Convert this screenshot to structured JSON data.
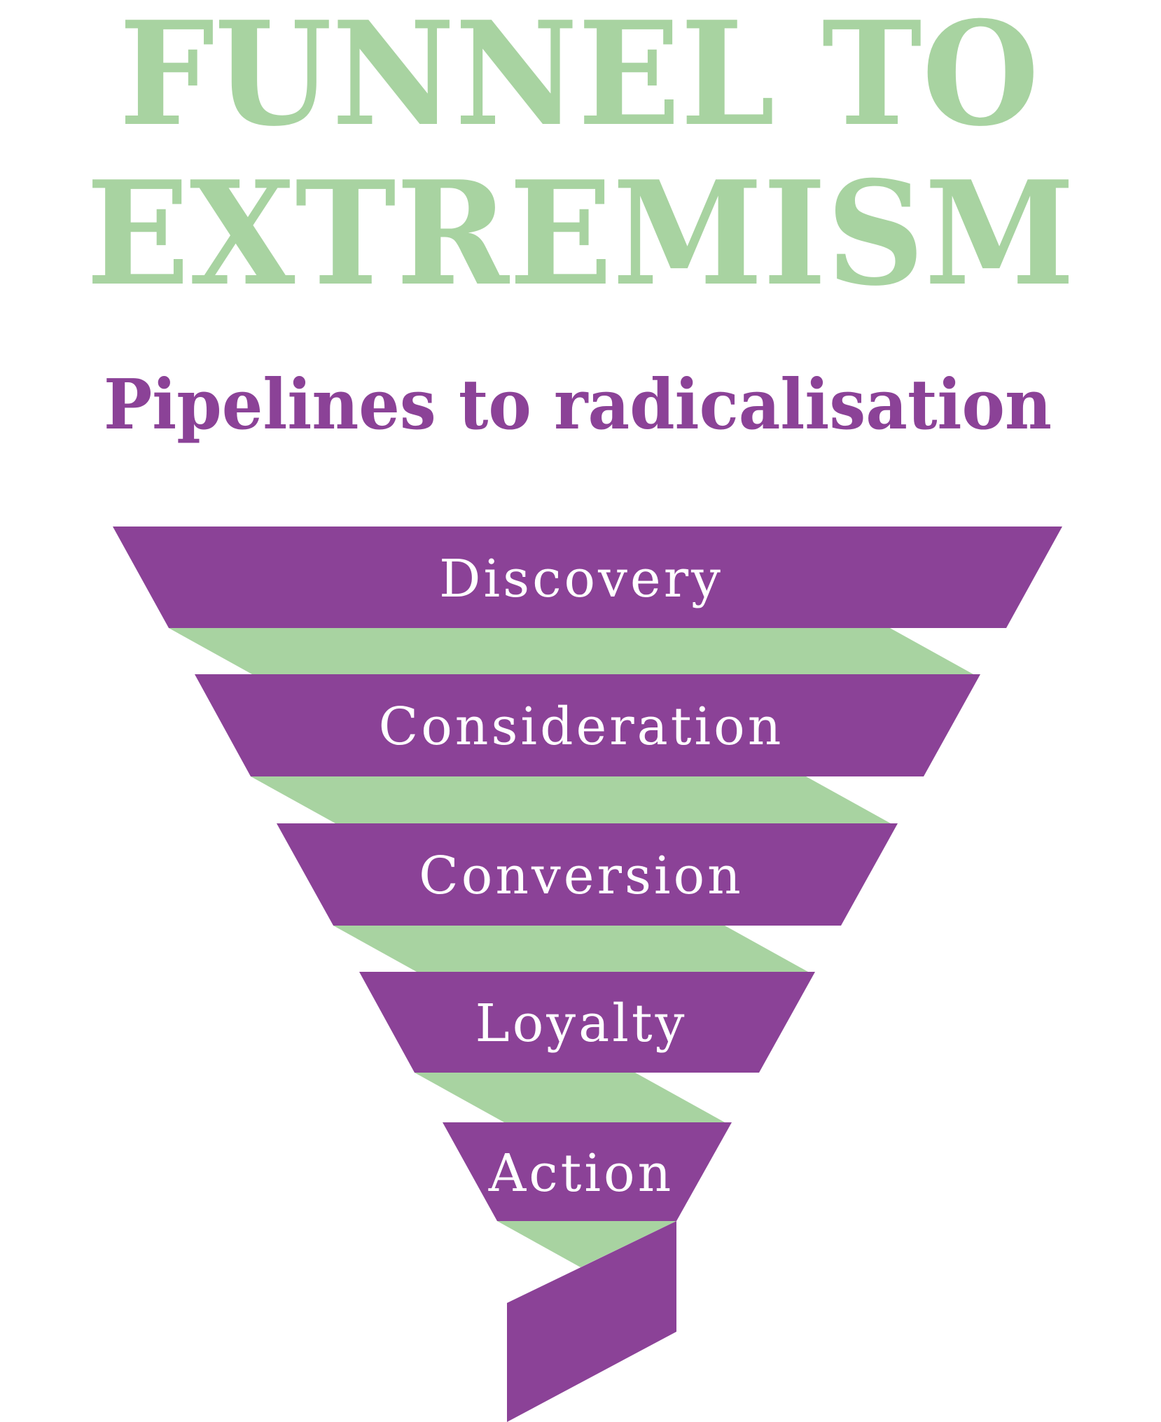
{
  "title": {
    "line1": "FUNNEL TO",
    "line2": "EXTREMISM"
  },
  "subtitle": "Pipelines to radicalisation",
  "funnel": {
    "stages": [
      {
        "label": "Discovery"
      },
      {
        "label": "Consideration"
      },
      {
        "label": "Conversion"
      },
      {
        "label": "Loyalty"
      },
      {
        "label": "Action"
      }
    ]
  },
  "colors": {
    "background": "#FFFFFF",
    "green": "#A8D3A1",
    "purple": "#8B4297",
    "stage_label": "#FFFFFF"
  }
}
